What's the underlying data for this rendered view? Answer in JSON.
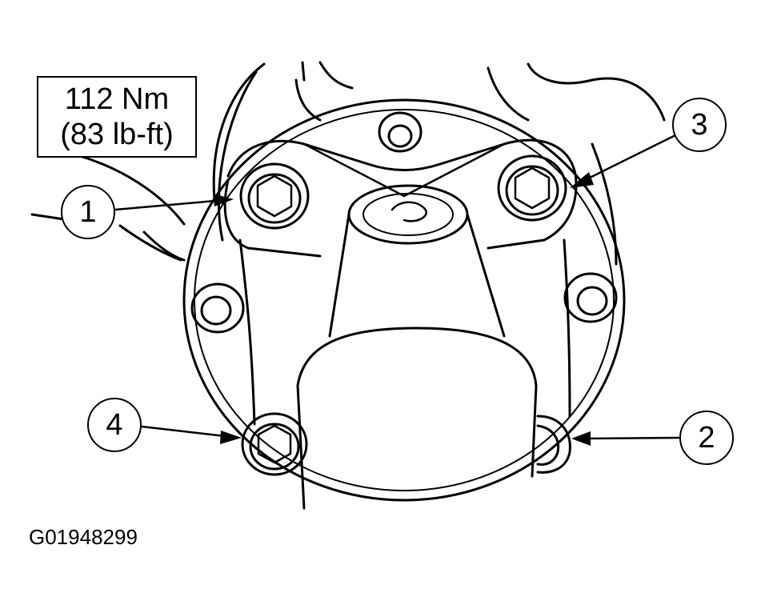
{
  "torque_spec": {
    "metric": "112 Nm",
    "imperial": "(83 lb-ft)"
  },
  "callouts": [
    {
      "number": "1"
    },
    {
      "number": "2"
    },
    {
      "number": "3"
    },
    {
      "number": "4"
    }
  ],
  "figure_id": "G01948299",
  "colors": {
    "line": "#000000",
    "background": "#ffffff"
  }
}
